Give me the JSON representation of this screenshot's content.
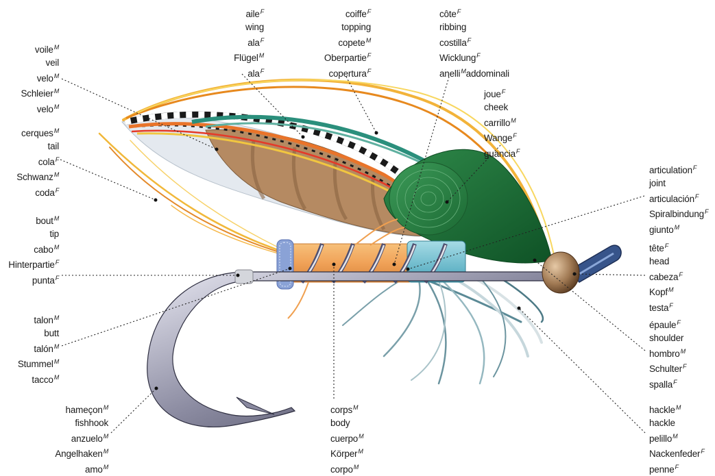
{
  "labels": [
    {
      "id": "veil",
      "lines": [
        {
          "t": "voile",
          "g": "M"
        },
        {
          "t": "veil",
          "g": ""
        },
        {
          "t": "velo",
          "g": "M"
        },
        {
          "t": "Schleier",
          "g": "M"
        },
        {
          "t": "velo",
          "g": "M"
        }
      ]
    },
    {
      "id": "tail",
      "lines": [
        {
          "t": "cerques",
          "g": "M"
        },
        {
          "t": "tail",
          "g": ""
        },
        {
          "t": "cola",
          "g": "F"
        },
        {
          "t": "Schwanz",
          "g": "M"
        },
        {
          "t": "coda",
          "g": "F"
        }
      ]
    },
    {
      "id": "tip",
      "lines": [
        {
          "t": "bout",
          "g": "M"
        },
        {
          "t": "tip",
          "g": ""
        },
        {
          "t": "cabo",
          "g": "M"
        },
        {
          "t": "Hinterpartie",
          "g": "F"
        },
        {
          "t": "punta",
          "g": "F"
        }
      ]
    },
    {
      "id": "butt",
      "lines": [
        {
          "t": "talon",
          "g": "M"
        },
        {
          "t": "butt",
          "g": ""
        },
        {
          "t": "talón",
          "g": "M"
        },
        {
          "t": "Stummel",
          "g": "M"
        },
        {
          "t": "tacco",
          "g": "M"
        }
      ]
    },
    {
      "id": "fishhook",
      "lines": [
        {
          "t": "hameçon",
          "g": "M"
        },
        {
          "t": "fishhook",
          "g": ""
        },
        {
          "t": "anzuelo",
          "g": "M"
        },
        {
          "t": "Angelhaken",
          "g": "M"
        },
        {
          "t": "amo",
          "g": "M"
        }
      ]
    },
    {
      "id": "wing",
      "lines": [
        {
          "t": "aile",
          "g": "F"
        },
        {
          "t": "wing",
          "g": ""
        },
        {
          "t": "ala",
          "g": "F"
        },
        {
          "t": "Flügel",
          "g": "M"
        },
        {
          "t": "ala",
          "g": "F"
        }
      ]
    },
    {
      "id": "topping",
      "lines": [
        {
          "t": "coiffe",
          "g": "F"
        },
        {
          "t": "topping",
          "g": ""
        },
        {
          "t": "copete",
          "g": "M"
        },
        {
          "t": "Oberpartie",
          "g": "F"
        },
        {
          "t": "copertura",
          "g": "F"
        }
      ]
    },
    {
      "id": "ribbing",
      "lines": [
        {
          "t": "côte",
          "g": "F"
        },
        {
          "t": "ribbing",
          "g": ""
        },
        {
          "t": "costilla",
          "g": "F"
        },
        {
          "t": "Wicklung",
          "g": "F"
        },
        {
          "t": "anelli",
          "g": "M",
          "after": "addominali"
        }
      ]
    },
    {
      "id": "cheek",
      "lines": [
        {
          "t": "joue",
          "g": "F"
        },
        {
          "t": "cheek",
          "g": ""
        },
        {
          "t": "carrillo",
          "g": "M"
        },
        {
          "t": "Wange",
          "g": "F"
        },
        {
          "t": "guancia",
          "g": "F"
        }
      ]
    },
    {
      "id": "joint",
      "lines": [
        {
          "t": "articulation",
          "g": "F"
        },
        {
          "t": "joint",
          "g": ""
        },
        {
          "t": "articulación",
          "g": "F"
        },
        {
          "t": "Spiralbindung",
          "g": "F"
        },
        {
          "t": "giunto",
          "g": "M"
        }
      ]
    },
    {
      "id": "head",
      "lines": [
        {
          "t": "tête",
          "g": "F"
        },
        {
          "t": "head",
          "g": ""
        },
        {
          "t": "cabeza",
          "g": "F"
        },
        {
          "t": "Kopf",
          "g": "M"
        },
        {
          "t": "testa",
          "g": "F"
        }
      ]
    },
    {
      "id": "shoulder",
      "lines": [
        {
          "t": "épaule",
          "g": "F"
        },
        {
          "t": "shoulder",
          "g": ""
        },
        {
          "t": "hombro",
          "g": "M"
        },
        {
          "t": "Schulter",
          "g": "F"
        },
        {
          "t": "spalla",
          "g": "F"
        }
      ]
    },
    {
      "id": "hackle",
      "lines": [
        {
          "t": "hackle",
          "g": "M"
        },
        {
          "t": "hackle",
          "g": ""
        },
        {
          "t": "pelillo",
          "g": "M"
        },
        {
          "t": "Nackenfeder",
          "g": "F"
        },
        {
          "t": "penne",
          "g": "F"
        }
      ]
    },
    {
      "id": "body",
      "lines": [
        {
          "t": "corps",
          "g": "M"
        },
        {
          "t": "body",
          "g": ""
        },
        {
          "t": "cuerpo",
          "g": "M"
        },
        {
          "t": "Körper",
          "g": "M"
        },
        {
          "t": "corpo",
          "g": "M"
        }
      ]
    }
  ]
}
